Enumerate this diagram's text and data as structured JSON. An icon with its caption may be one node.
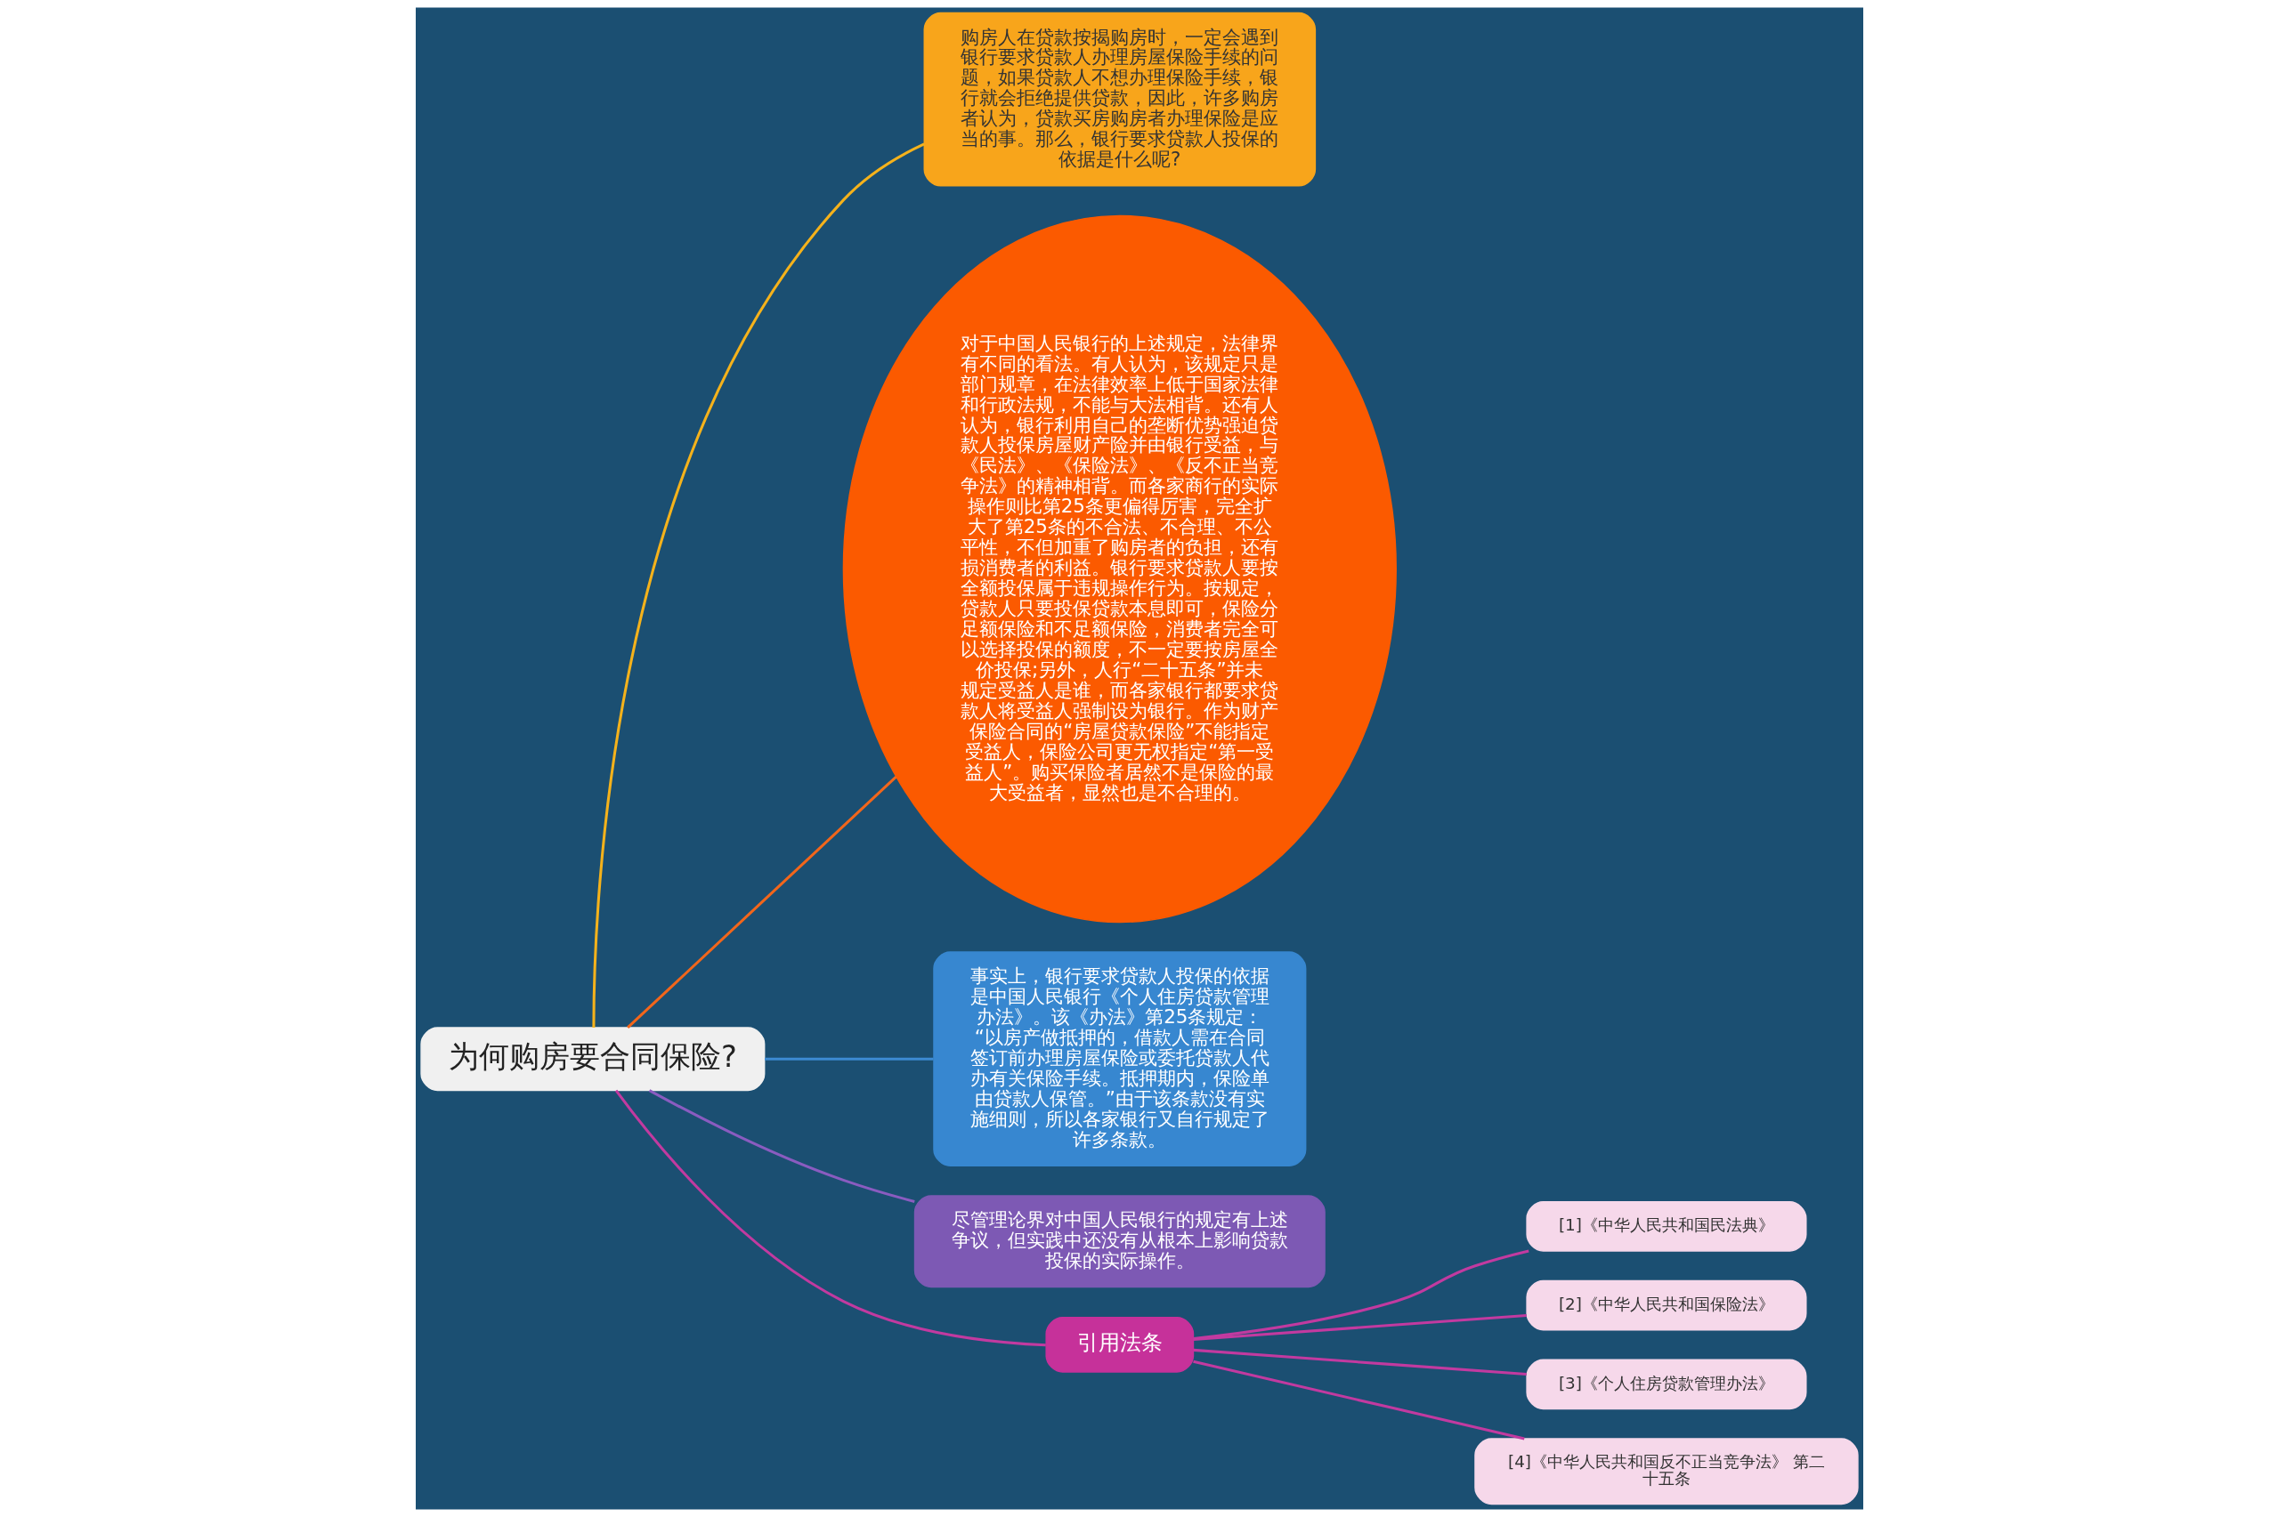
{
  "diagram": {
    "nodes": [
      {
        "text": [
          "为何购房要合同保险?"
        ]
      },
      {
        "text": [
          "购房人在贷款按揭购房时，一定会遇到银行要求贷款人办理房屋保险手续的问题，如果贷款人不想办理保险手续，银行就会拒绝提供贷款，因此，许多购房者认为，贷款买房购房者办理保险是应当的事。那么，银行要求贷款人投保的依据是什么呢?"
        ]
      },
      {
        "text": [
          "对于中国人民银行的上述规定，法律界有不同的看法。有人认为，该规定只是部门规章，在法律效率上低于国家法律和行政法规，不能与大法相背。还有人认为，银行利用自己的垄断优势强迫贷款人投保房屋财产险并由银行受益，与《民法》、《保险法》、《反不正当竞争法》的精神相背。而各家商行的实际操作则比第25条更偏得厉害，完全扩大了第25条的不合法、不合理、不公平性，不但加重了购房者的负担，还有损消费者的利益。银行要求贷款人要按全额投保属于违规操作行为。按规定，贷款人只要投保贷款本息即可，保险分足额保险和不足额保险，消费者完全可以选择投保的额度，不一定要按房屋全价投保;另外，人行“二十五条”并未规定受益人是谁，而各家银行都要求贷款人将受益人强制设为银行。作为财产保险合同的“房屋贷款保险”不能指定受益人，保险公司更无权指定“第一受益人”。购买保险者居然不是保险的最大受益者，显然也是不合理的。"
        ]
      },
      {
        "text": [
          "事实上，银行要求贷款人投保的依据是中国人民银行《个人住房贷款管理办法》。该《办法》第25条规定：“以房产做抵押的，借款人需在合同签订前办理房屋保险或委托贷款人代办有关保险手续。抵押期内，保险单由贷款人保管。”由于该条款没有实施细则，所以各家银行又自行规定了许多条款。"
        ]
      },
      {
        "text": [
          "尽管理论界对中国人民银行的规定有上述争议，但实践中还没有从根本上影响贷款投保的实际操作。"
        ]
      },
      {
        "text": [
          "引用法条"
        ]
      },
      {
        "text": [
          "[1]《中华人民共和国民法典》"
        ]
      },
      {
        "text": [
          "[2]《中华人民共和国保险法》"
        ]
      },
      {
        "text": [
          "[3]《个人住房贷款管理办法》"
        ]
      },
      {
        "text": [
          "[4]《中华人民共和国反不正当竞争法》 第二十五条"
        ]
      }
    ],
    "edges": [
      {
        "from": 0,
        "to": 1,
        "arrow": "none",
        "color": "#f5b21b"
      },
      {
        "from": 0,
        "to": 2,
        "arrow": "none",
        "color": "#f2661b"
      },
      {
        "from": 0,
        "to": 3,
        "arrow": "none",
        "color": "#3c8ad2"
      },
      {
        "from": 0,
        "to": 4,
        "arrow": "none",
        "color": "#8a5cc0"
      },
      {
        "from": 0,
        "to": 5,
        "arrow": "none",
        "color": "#c23aa0"
      },
      {
        "from": 5,
        "to": 6,
        "arrow": "none",
        "color": "#c23aa0"
      },
      {
        "from": 5,
        "to": 7,
        "arrow": "none",
        "color": "#c23aa0"
      },
      {
        "from": 5,
        "to": 8,
        "arrow": "none",
        "color": "#c23aa0"
      },
      {
        "from": 5,
        "to": 9,
        "arrow": "none",
        "color": "#c23aa0"
      }
    ]
  }
}
